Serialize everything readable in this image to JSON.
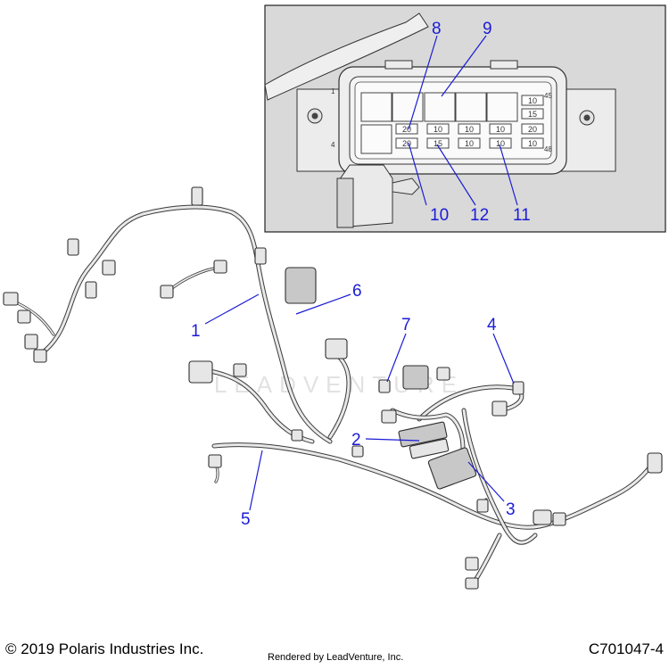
{
  "footer": {
    "copyright": "© 2019 Polaris Industries Inc.",
    "rendered_by": "Rendered by LeadVenture, Inc.",
    "part_number": "C701047-4"
  },
  "watermark": "LEADVENTURE",
  "callouts": [
    "1",
    "2",
    "3",
    "4",
    "5",
    "6",
    "7",
    "8",
    "9",
    "10",
    "11",
    "12"
  ],
  "fuse_box": {
    "side_labels": [
      "1",
      "45",
      "4",
      "48"
    ],
    "fuses": [
      "10",
      "15",
      "20",
      "10",
      "10",
      "10",
      "10",
      "20",
      "15",
      "10",
      "20",
      "10"
    ]
  },
  "colors": {
    "callout": "#1b1bd6",
    "inset_bg": "#d9d9d9",
    "line": "#3a3a3a"
  }
}
